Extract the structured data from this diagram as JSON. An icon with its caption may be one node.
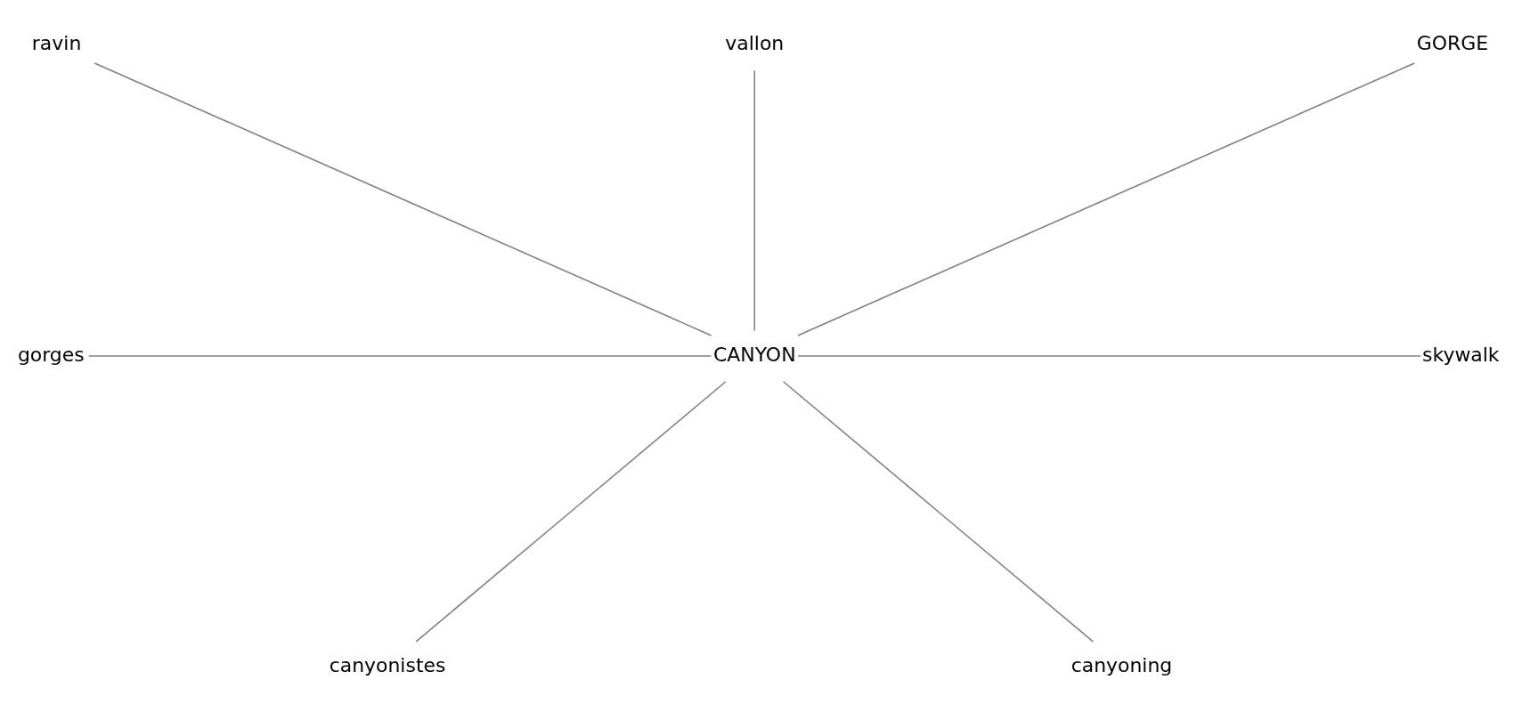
{
  "diagram": {
    "nodes": [
      {
        "text": [
          "vallon"
        ]
      },
      {
        "text": [
          "ravin"
        ]
      },
      {
        "text": [
          "GORGE"
        ]
      },
      {
        "text": [
          "CANYON"
        ]
      },
      {
        "text": [
          "gorges"
        ]
      },
      {
        "text": [
          "skywalk"
        ]
      },
      {
        "text": [
          "canyonistes"
        ]
      },
      {
        "text": [
          "canyoning"
        ]
      }
    ],
    "edges": [
      {
        "from": 0,
        "to": 3,
        "arrow": "none"
      },
      {
        "from": 1,
        "to": 3,
        "arrow": "none"
      },
      {
        "from": 2,
        "to": 3,
        "arrow": "none"
      },
      {
        "from": 4,
        "to": 3,
        "arrow": "none"
      },
      {
        "from": 3,
        "to": 5,
        "arrow": "none"
      },
      {
        "from": 3,
        "to": 6,
        "arrow": "none"
      },
      {
        "from": 3,
        "to": 7,
        "arrow": "none"
      }
    ]
  }
}
